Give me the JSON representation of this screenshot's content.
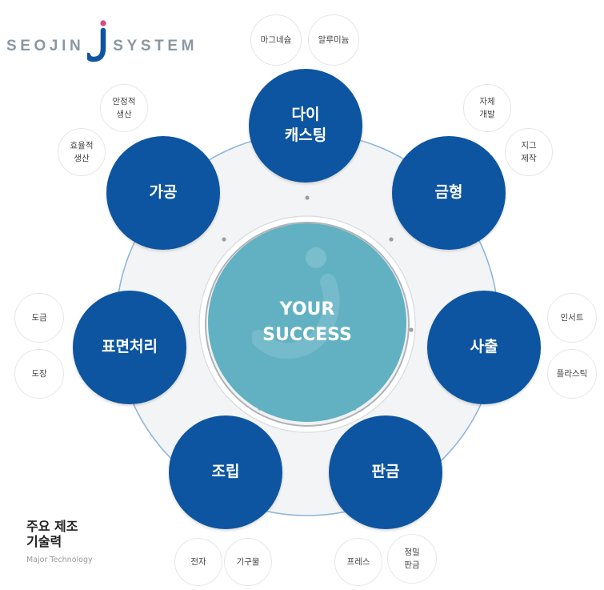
{
  "logo": {
    "left_text": "SEOJIN",
    "right_text": "SYSTEM",
    "colors": {
      "text": "#8a97a3",
      "accent": "#0d55a1",
      "dot": "#e0457b"
    }
  },
  "center": {
    "line1": "YOUR",
    "line2": "SUCCESS",
    "color": "#62b1c3"
  },
  "nodes": {
    "diecasting": {
      "line1": "다이",
      "line2": "캐스팅"
    },
    "mold": {
      "label": "금형"
    },
    "injection": {
      "label": "사출"
    },
    "sheetmetal": {
      "label": "판금"
    },
    "assembly": {
      "label": "조립"
    },
    "surface": {
      "label": "표면처리"
    },
    "machining": {
      "label": "가공"
    },
    "color": "#0d55a1"
  },
  "subs": {
    "magnesium": "마그네슘",
    "aluminum": "알루미늄",
    "self_dev": "자체\n개발",
    "jig": "지그\n제작",
    "insert": "인서트",
    "plastic": "플라스틱",
    "precision": "정밀\n판금",
    "press": "프레스",
    "instrument": "기구물",
    "electronic": "전자",
    "painting": "도장",
    "plating": "도금",
    "efficient": "효율적\n생산",
    "stable": "안정적\n생산"
  },
  "caption": {
    "title": "주요 제조\n기술력",
    "subtitle": "Major Technology"
  }
}
